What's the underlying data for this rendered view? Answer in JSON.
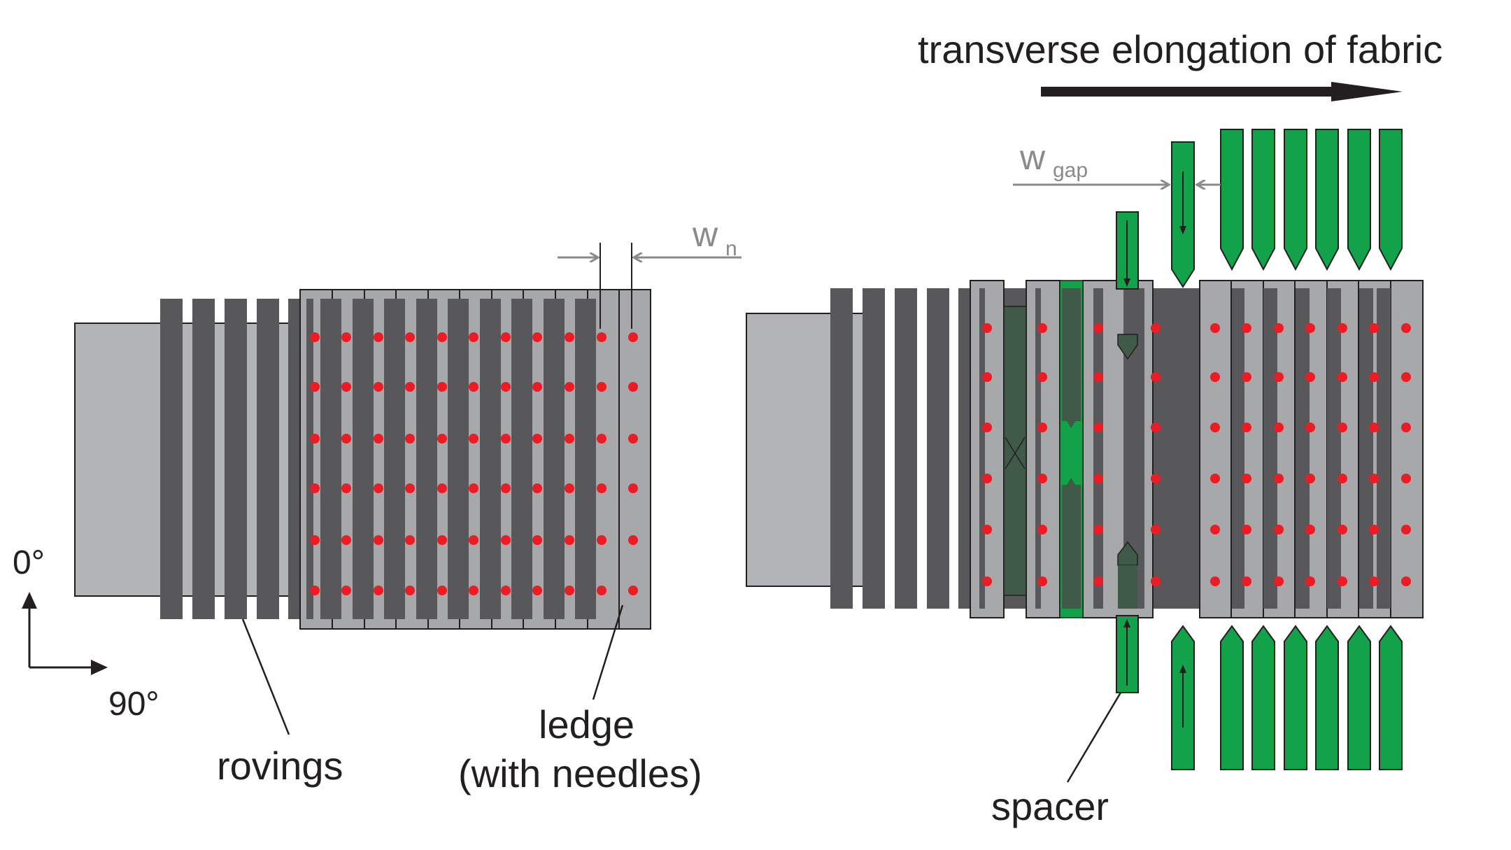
{
  "labels": {
    "title": "transverse elongation of fabric",
    "rovings": "rovings",
    "ledge_line1": "ledge",
    "ledge_line2": "(with needles)",
    "spacer": "spacer",
    "w_n_main": "w",
    "w_n_sub": "n",
    "w_gap_main": "w",
    "w_gap_sub": "gap",
    "axis_0": "0°",
    "axis_90": "90°"
  },
  "colors": {
    "fabric_light": "#b3b4b7",
    "roving_dark": "#58585a",
    "ledge_gray": "#a7a8aa",
    "needle_red": "#ed1c24",
    "spacer_green": "#12a24a",
    "spacer_dark": "#3f5a48",
    "arrow_gray": "#8a8a8a",
    "line_black": "#231f20"
  },
  "icons": {
    "title_arrow": "right-arrow-icon",
    "axis": "axis-arrows-icon"
  }
}
